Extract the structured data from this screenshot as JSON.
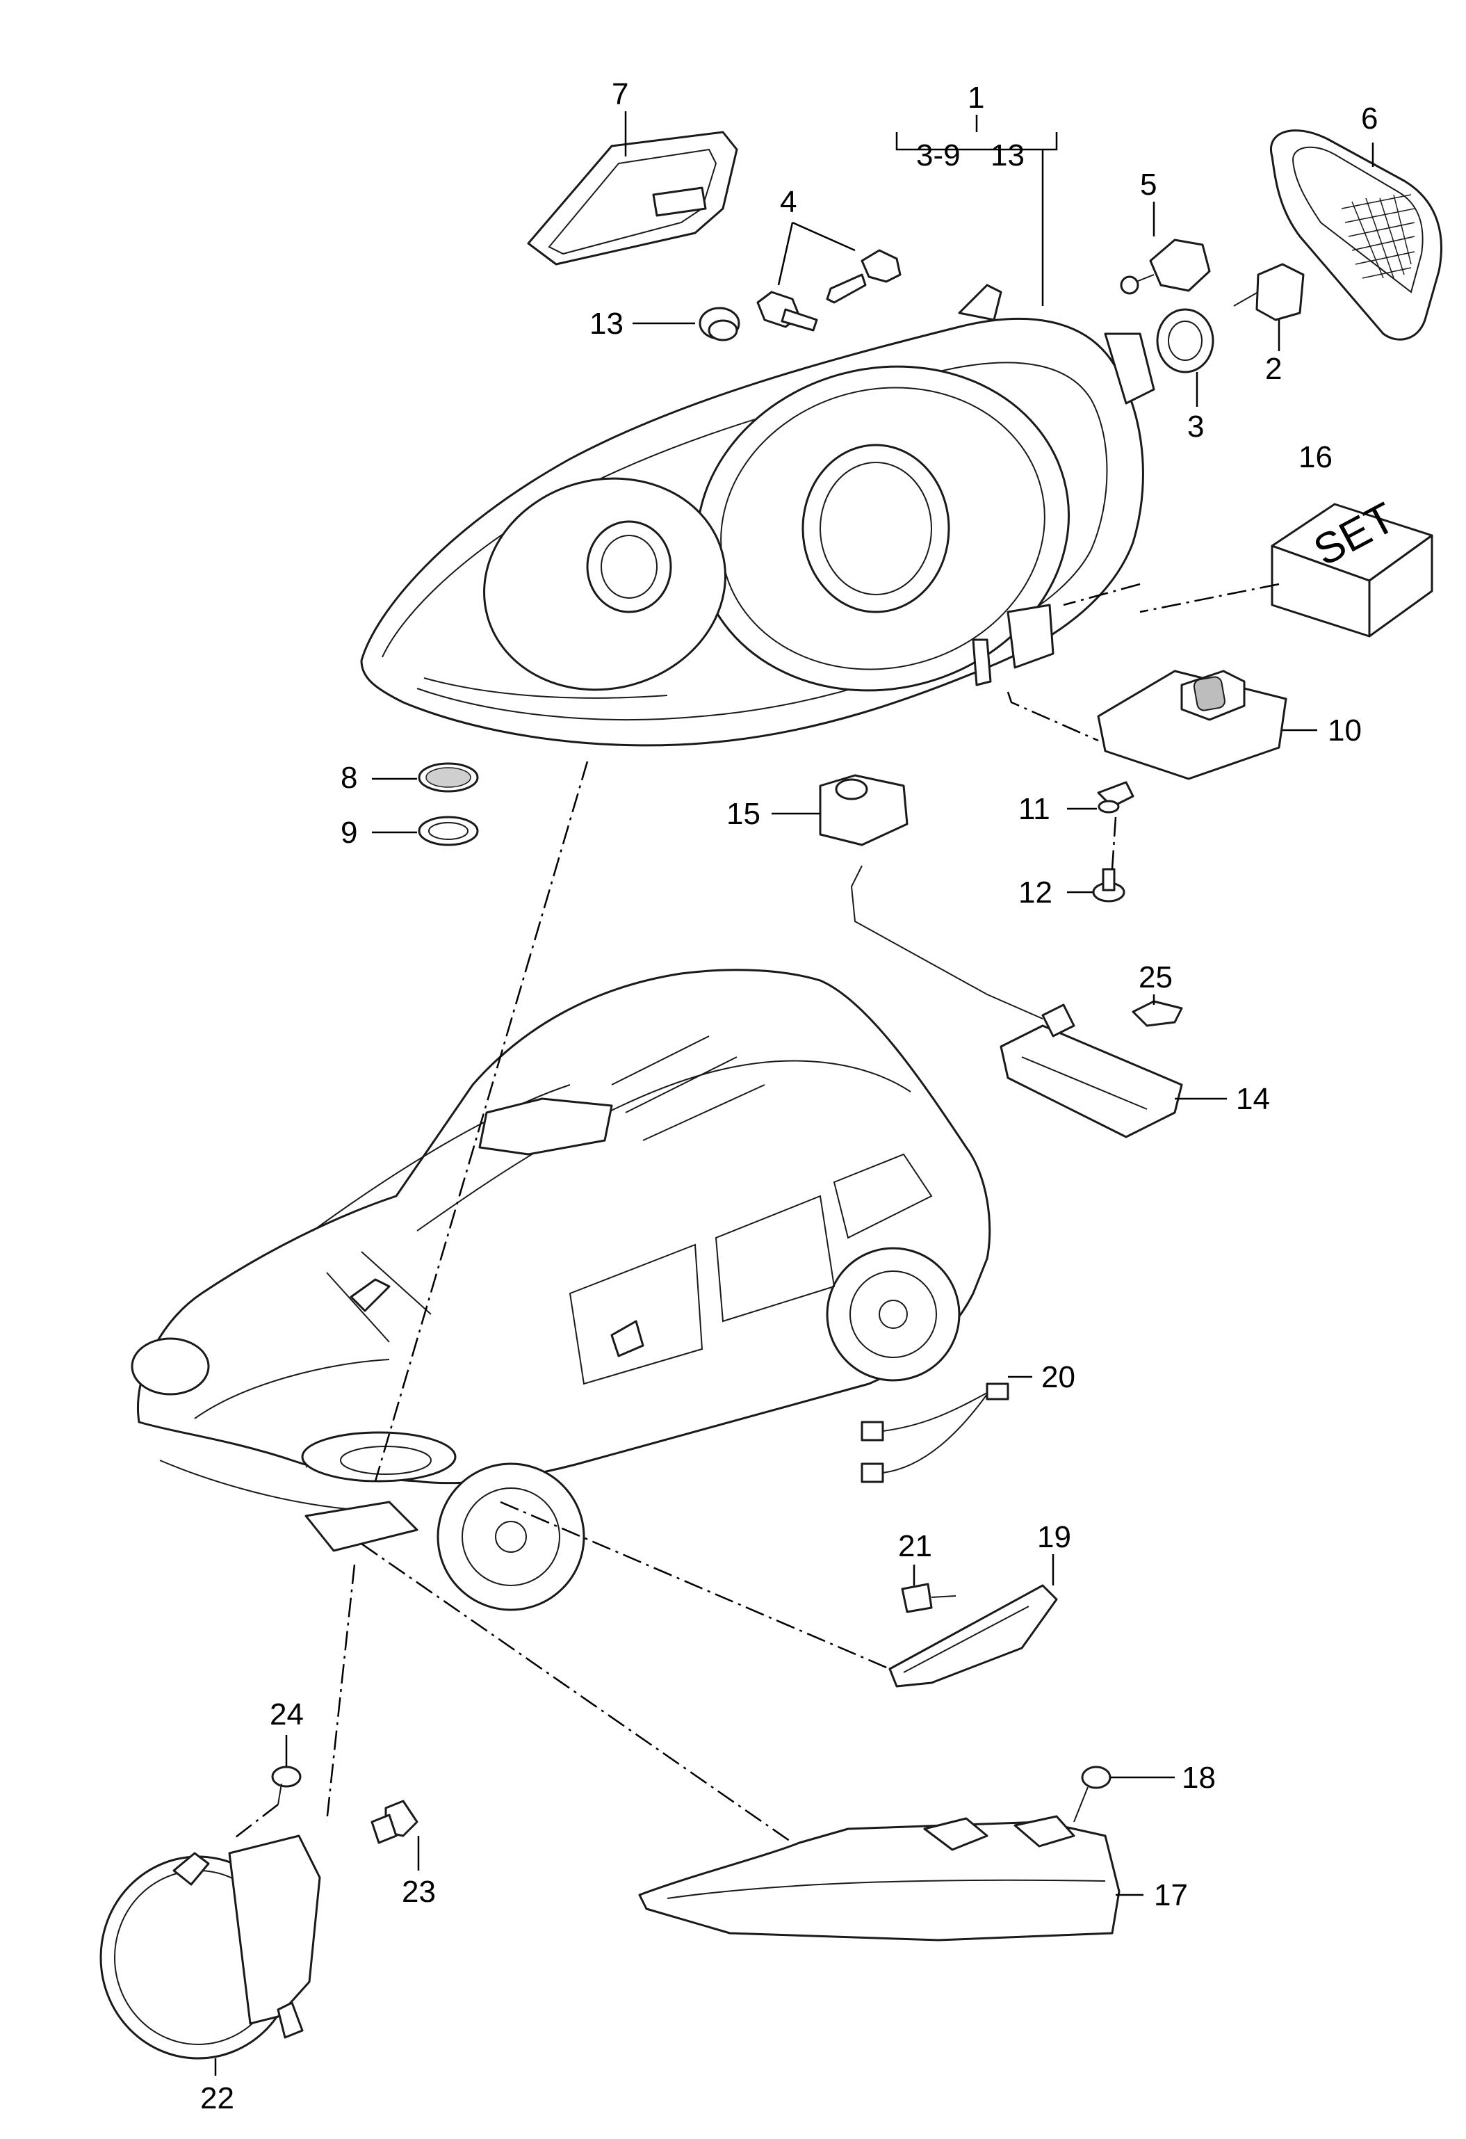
{
  "callouts": {
    "c1": "1",
    "c1_sub_a": "3-9",
    "c1_sub_b": "13",
    "c2": "2",
    "c3": "3",
    "c4": "4",
    "c5": "5",
    "c6": "6",
    "c7": "7",
    "c8": "8",
    "c9": "9",
    "c10": "10",
    "c11": "11",
    "c12": "12",
    "c13": "13",
    "c14": "14",
    "c15": "15",
    "c16": "16",
    "c17": "17",
    "c18": "18",
    "c19": "19",
    "c20": "20",
    "c21": "21",
    "c22": "22",
    "c23": "23",
    "c24": "24",
    "c25": "25"
  },
  "set_box_text": "SET"
}
